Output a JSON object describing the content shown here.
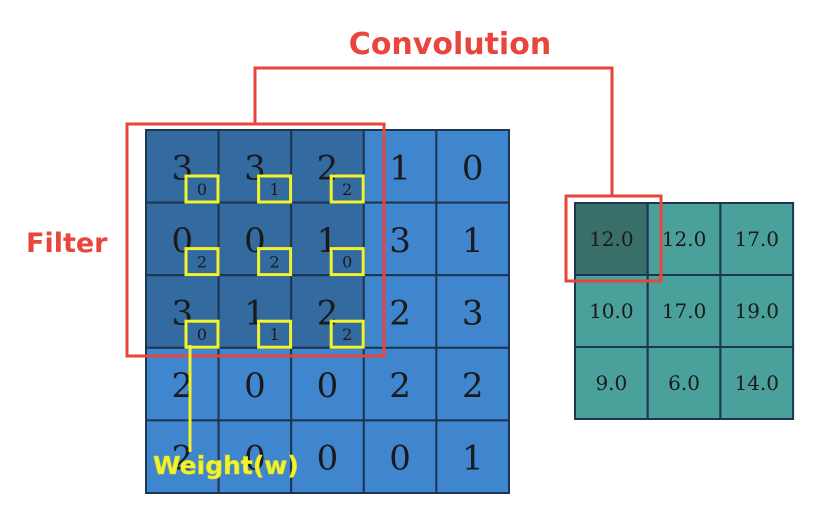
{
  "labels": {
    "convolution": "Convolution",
    "filter": "Filter",
    "weight": "Weight(w)"
  },
  "input_grid": [
    [
      "3",
      "3",
      "2",
      "1",
      "0"
    ],
    [
      "0",
      "0",
      "1",
      "3",
      "1"
    ],
    [
      "3",
      "1",
      "2",
      "2",
      "3"
    ],
    [
      "2",
      "0",
      "0",
      "2",
      "2"
    ],
    [
      "2",
      "0",
      "0",
      "0",
      "1"
    ]
  ],
  "kernel_weights": [
    [
      "0",
      "1",
      "2"
    ],
    [
      "2",
      "2",
      "0"
    ],
    [
      "0",
      "1",
      "2"
    ]
  ],
  "output_grid": [
    [
      "12.0",
      "12.0",
      "17.0"
    ],
    [
      "10.0",
      "17.0",
      "19.0"
    ],
    [
      "9.0",
      "6.0",
      "14.0"
    ]
  ],
  "colors": {
    "input_cell": "#3f86cf",
    "input_cell_covered": "#336aa0",
    "grid_line": "#1c3550",
    "output_cell": "#4aa19b",
    "output_cell_highlight": "#3a6f69",
    "annotation_red": "#e8453c",
    "annotation_yellow": "#f3f32c",
    "text_dark": "#1a1a1a"
  }
}
